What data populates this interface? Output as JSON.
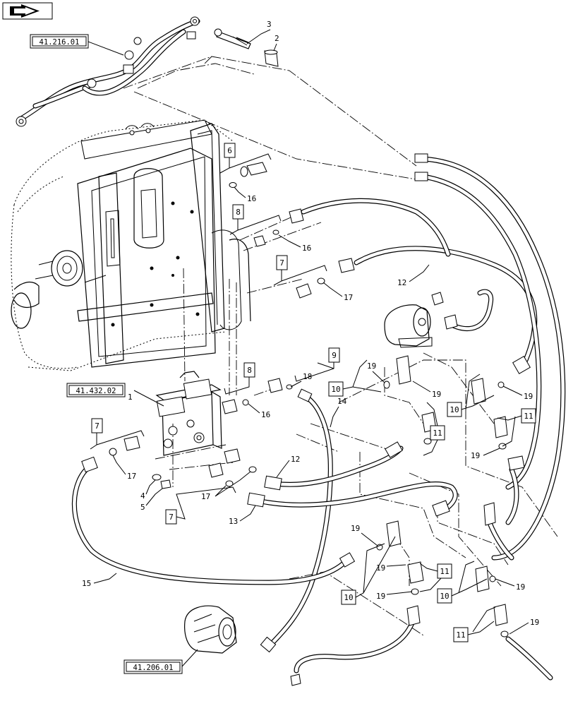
{
  "nav_icon": "forward-arrow-icon",
  "refs": {
    "r1": "41.216.01",
    "r2": "41.432.02",
    "r3": "41.206.01"
  },
  "callouts": {
    "c1": "1",
    "c2": "2",
    "c3": "3",
    "c4": "4",
    "c5": "5",
    "c16a": "16",
    "c16b": "16",
    "c16c": "16",
    "c17a": "17",
    "c17b": "17",
    "c17c": "17",
    "c18": "18",
    "c19a": "19",
    "c19b": "19",
    "c19c": "19",
    "c19d": "19",
    "c19e": "19",
    "c19f": "19",
    "c19g": "19",
    "c19h": "19",
    "c19i": "19",
    "c12a": "12",
    "c12b": "12",
    "c13": "13",
    "c14": "14",
    "c15": "15"
  },
  "boxed": {
    "b6": "6",
    "b8a": "8",
    "b8b": "8",
    "b7a": "7",
    "b7b": "7",
    "b7c": "7",
    "b9": "9",
    "b10a": "10",
    "b10b": "10",
    "b10c": "10",
    "b10d": "10",
    "b11a": "11",
    "b11b": "11",
    "b11c": "11",
    "b11d": "11"
  }
}
